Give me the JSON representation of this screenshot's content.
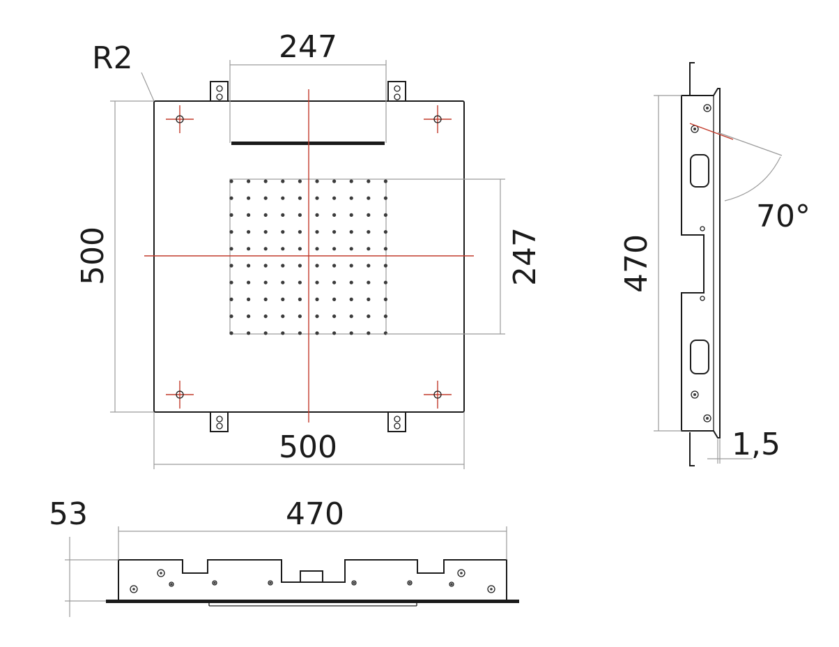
{
  "drawing": {
    "front_view": {
      "corner_radius_label": "R2",
      "top_nozzle_width_label": "247",
      "height_label": "500",
      "nozzle_field_height_label": "247",
      "width_label": "500"
    },
    "side_view": {
      "height_label": "470",
      "angle_label": "70°",
      "thickness_label": "1,5"
    },
    "bottom_view": {
      "depth_label": "53",
      "length_label": "470"
    },
    "colors": {
      "line": "#1a1a1a",
      "dimension": "#9a9a9a",
      "centerline": "#c23a2a"
    }
  }
}
